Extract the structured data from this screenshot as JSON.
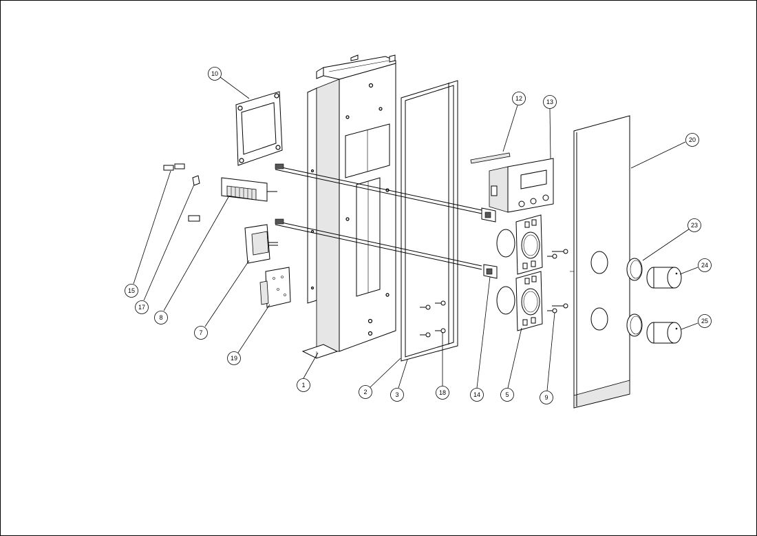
{
  "diagram": {
    "callouts": [
      {
        "label": "1"
      },
      {
        "label": "2"
      },
      {
        "label": "3"
      },
      {
        "label": "5"
      },
      {
        "label": "7"
      },
      {
        "label": "8"
      },
      {
        "label": "9"
      },
      {
        "label": "10"
      },
      {
        "label": "12"
      },
      {
        "label": "13"
      },
      {
        "label": "14"
      },
      {
        "label": "15"
      },
      {
        "label": "17"
      },
      {
        "label": "18"
      },
      {
        "label": "19"
      },
      {
        "label": "20"
      },
      {
        "label": "23"
      },
      {
        "label": "24"
      },
      {
        "label": "25"
      }
    ]
  }
}
